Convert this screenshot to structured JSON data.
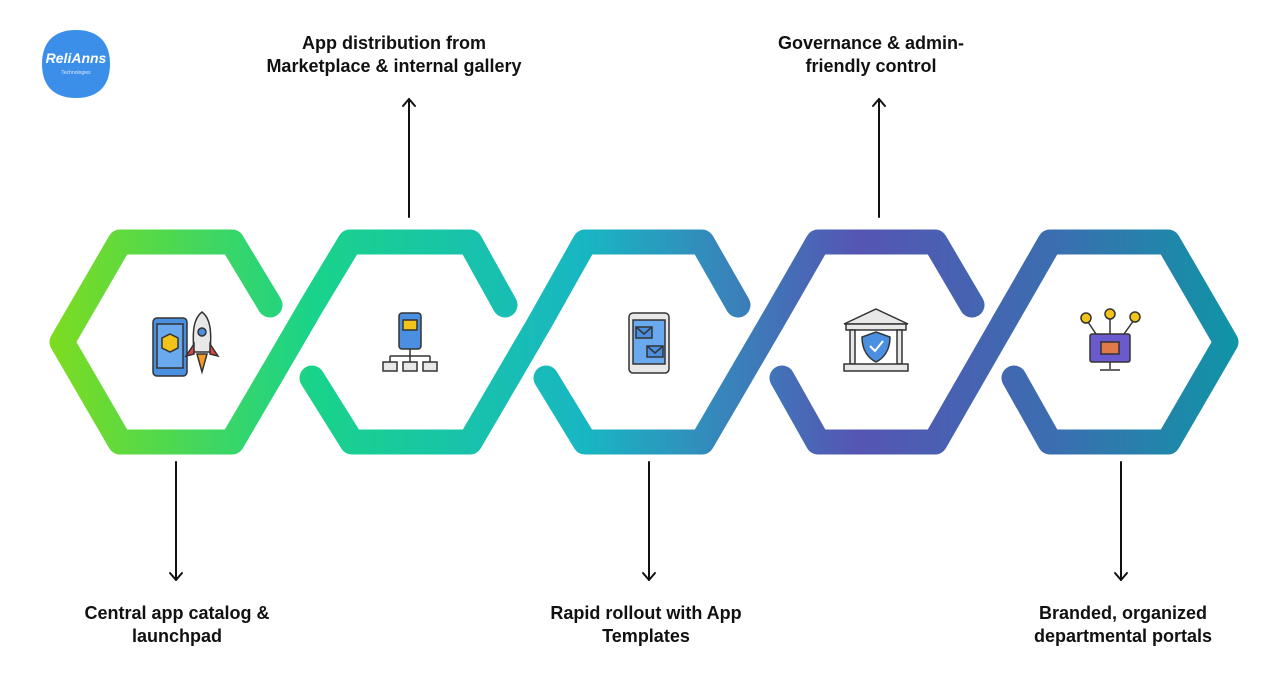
{
  "logo": {
    "name": "ReliAnns",
    "tagline": "Technologies",
    "color": "#3b8fe8"
  },
  "steps": [
    {
      "id": "catalog",
      "label_lines": [
        "Central app catalog &",
        "launchpad"
      ],
      "icon": "phone-rocket-icon",
      "color": "#6cd63a",
      "label_position": "bottom"
    },
    {
      "id": "distribution",
      "label_lines": [
        "App distribution from",
        "Marketplace & internal gallery"
      ],
      "icon": "app-distribution-icon",
      "color": "#1ed39a",
      "label_position": "top"
    },
    {
      "id": "templates",
      "label_lines": [
        "Rapid rollout with App",
        "Templates"
      ],
      "icon": "mobile-templates-icon",
      "color": "#19a6c8",
      "label_position": "bottom"
    },
    {
      "id": "governance",
      "label_lines": [
        "Governance & admin-",
        "friendly control"
      ],
      "icon": "bank-shield-icon",
      "color": "#5a55b5",
      "label_position": "top"
    },
    {
      "id": "portals",
      "label_lines": [
        "Branded, organized",
        "departmental portals"
      ],
      "icon": "monitor-briefcase-icon",
      "color": "#1a8fa8",
      "label_position": "bottom"
    }
  ]
}
